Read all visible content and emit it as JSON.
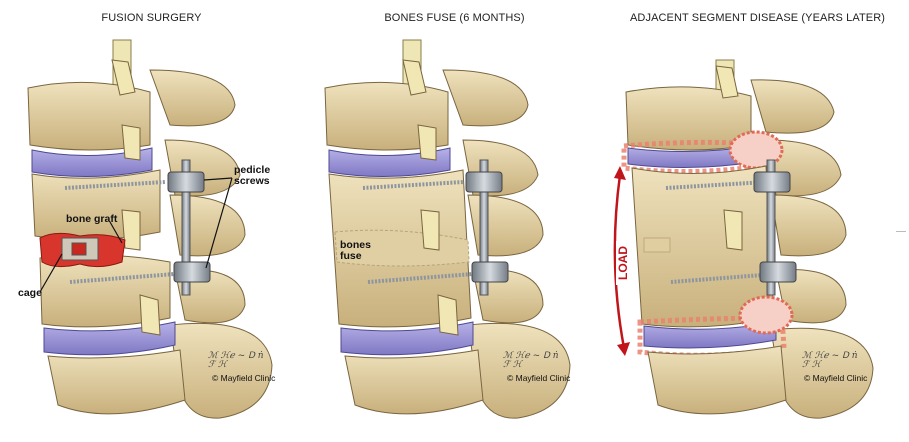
{
  "panels": [
    {
      "title": "FUSION SURGERY",
      "labels": {
        "pedicle_screws": "pedicle\nscrews",
        "bone_graft": "bone graft",
        "cage": "cage"
      },
      "copyright": "© Mayfield Clinic"
    },
    {
      "title": "BONES FUSE (6 MONTHS)",
      "labels": {
        "bones_fuse": "bones\nfuse"
      },
      "copyright": "© Mayfield Clinic"
    },
    {
      "title": "ADJACENT SEGMENT DISEASE (YEARS LATER)",
      "labels": {
        "load": "LOAD"
      },
      "copyright": "© Mayfield Clinic"
    }
  ],
  "colors": {
    "bone": "#e3d2a6",
    "bone_shadow": "#b89d68",
    "disc": "#9d97d6",
    "metal": "#9aa3ad",
    "graft": "#d8362d",
    "load_arrow": "#c0151b",
    "inflammation": "#e9826e"
  }
}
